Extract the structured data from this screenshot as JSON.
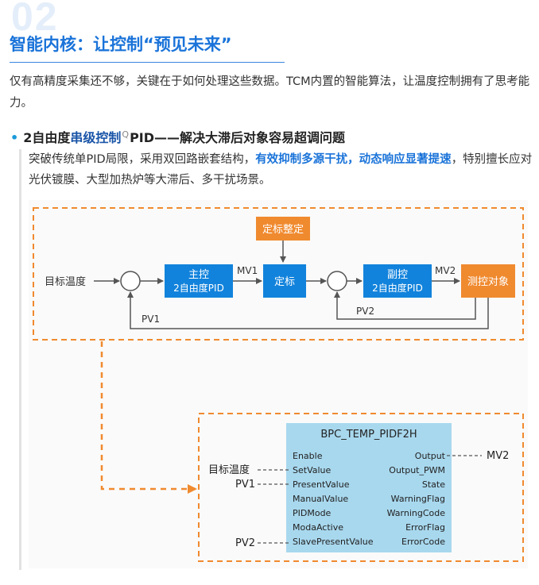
{
  "header": {
    "section_number": "02",
    "title": "智能内核：让控制“预见未来”"
  },
  "intro_text": "仅有高精度采集还不够，关键在于如何处理这些数据。TCM内置的智能算法，让温度控制拥有了思考能力。",
  "bullet": {
    "prefix": "2自由度",
    "highlight": "串级控制",
    "superscript": "Q",
    "suffix": "PID——解决大滞后对象容易超调问题"
  },
  "description": {
    "part1": "突破传统单PID局限，采用双回路嵌套结构，",
    "emphasis": "有效抑制多源干扰，动态响应显著提速",
    "part2": "，特别擅长应对光伏镀膜、大型加热炉等大滞后、多干扰场景。"
  },
  "diagram": {
    "target_temp": "目标温度",
    "calibration_adjust": "定标整定",
    "main_ctrl": [
      "主控",
      "2自由度PID"
    ],
    "mv1": "MV1",
    "calibration": "定标",
    "sub_ctrl": [
      "副控",
      "2自由度PID"
    ],
    "mv2": "MV2",
    "measured_object": "测控对象",
    "pv1": "PV1",
    "pv2": "PV2"
  },
  "function_block": {
    "name": "BPC_TEMP_PIDF2H",
    "inputs": [
      "Enable",
      "SetValue",
      "PresentValue",
      "ManualValue",
      "PIDMode",
      "ModaActive",
      "SlavePresentValue"
    ],
    "outputs": [
      "Output",
      "Output_PWM",
      "State",
      "WarningFlag",
      "WarningCode",
      "ErrorFlag",
      "ErrorCode"
    ],
    "ext_left": [
      "目标温度",
      "PV1",
      "PV2"
    ],
    "ext_right": "MV2"
  },
  "colors": {
    "accent_blue": "#1a73d9",
    "block_blue": "#1283dc",
    "orange": "#f08a2f",
    "fb_fill": "#a8d8ee"
  }
}
